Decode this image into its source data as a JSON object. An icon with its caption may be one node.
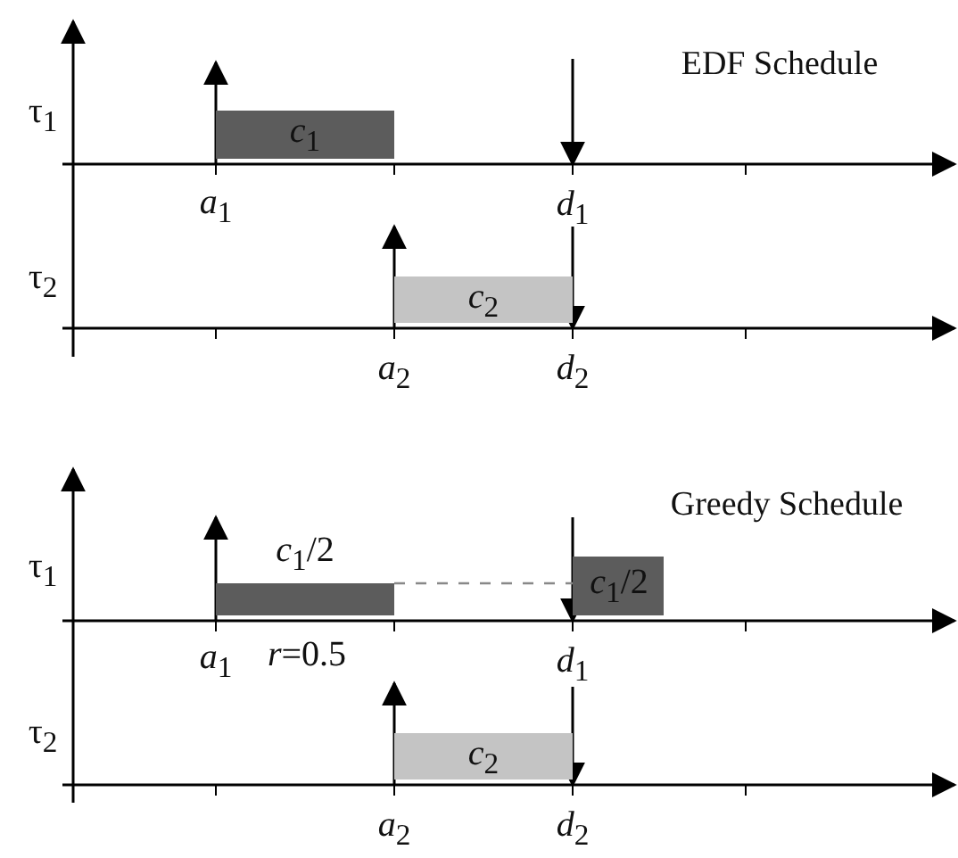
{
  "diagram": {
    "nodes": [
      {
        "text": [
          "*c*$_{1}$"
        ]
      },
      {
        "text": [
          "*c*$_{2}$"
        ]
      },
      {
        "text": [
          "*c*$_{1}$/2"
        ]
      },
      {
        "text": [
          "*c*$_{1}$/2"
        ]
      },
      {
        "text": [
          "*c*$_{2}$"
        ]
      }
    ],
    "edges": [
      {
        "from": 2,
        "to": 3,
        "arrow": "none",
        "style": "dashed"
      }
    ],
    "labels": [
      "EDF Schedule",
      "τ$_{1}$",
      "*a*$_{1}$",
      "*d*$_{1}$",
      "τ$_{2}$",
      "*a*$_{2}$",
      "*d*$_{2}$",
      "Greedy Schedule",
      "τ$_{1}$",
      "*a*$_{1}$",
      "*r*=0.5",
      "*d*$_{1}$",
      "τ$_{2}$",
      "*a*$_{2}$",
      "*d*$_{2}$"
    ]
  }
}
